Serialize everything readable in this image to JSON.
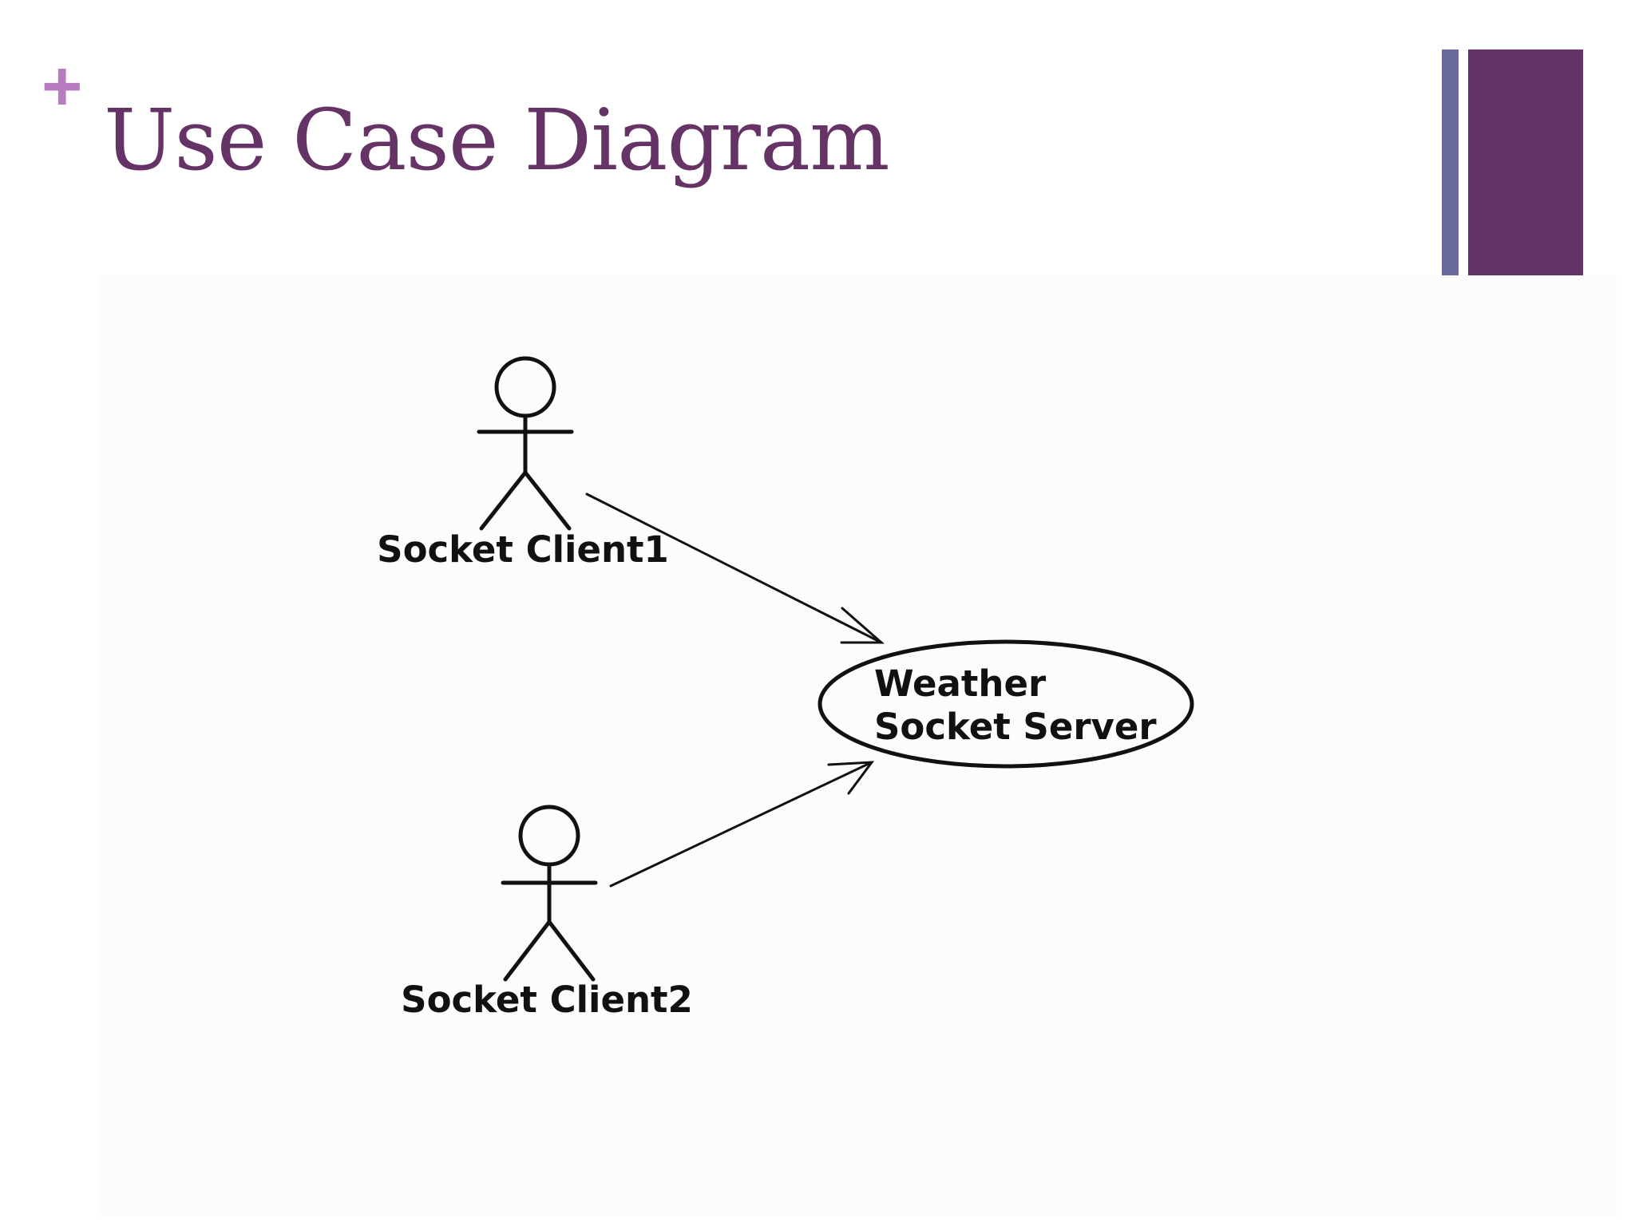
{
  "slide": {
    "plus_glyph": "+",
    "title": "Use Case Diagram"
  },
  "colors": {
    "title": "#663366",
    "plus": "#b77bc0",
    "bar_thin": "#6a6a9e",
    "bar_thick": "#663366",
    "diagram_ink": "#111111"
  },
  "diagram": {
    "actors": [
      {
        "label": "Socket Client1"
      },
      {
        "label": "Socket Client2"
      }
    ],
    "use_case": {
      "label_lines": [
        "Weather",
        "Socket Server"
      ]
    }
  }
}
